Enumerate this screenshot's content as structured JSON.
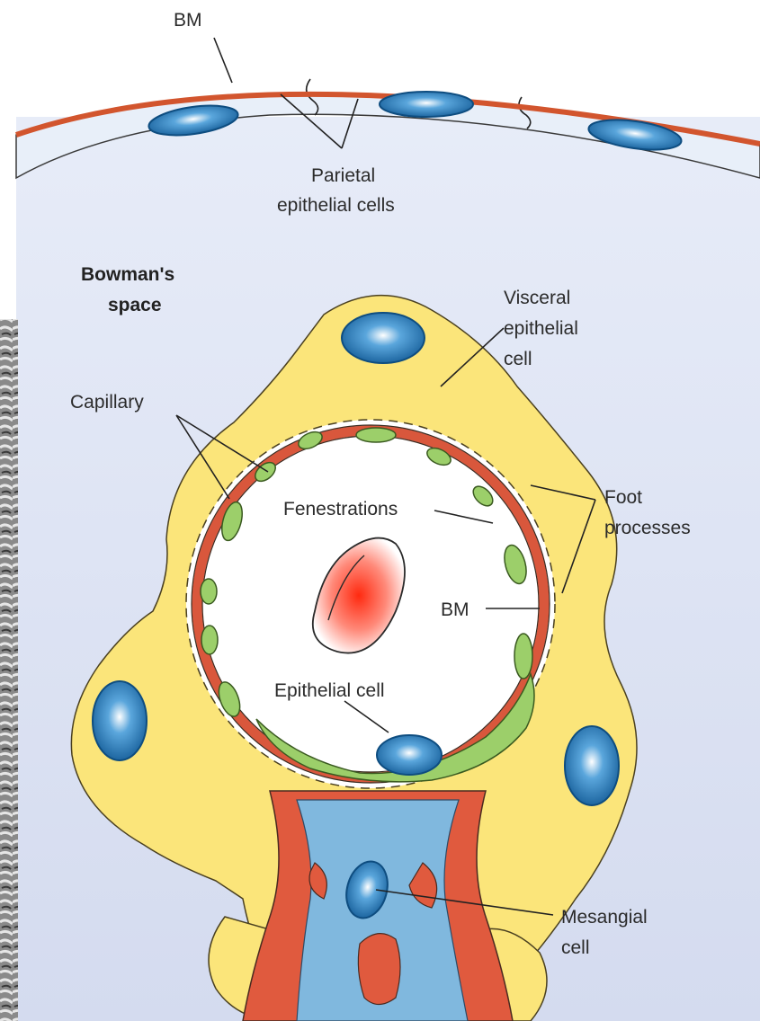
{
  "labels": {
    "bm_top": "BM",
    "parietal_line1": "Parietal",
    "parietal_line2": "epithelial cells",
    "bowman_line1": "Bowman's",
    "bowman_line2": "space",
    "visceral_line1": "Visceral",
    "visceral_line2": "epithelial",
    "visceral_line3": "cell",
    "capillary": "Capillary",
    "foot_line1": "Foot",
    "foot_line2": "processes",
    "fenestrations": "Fenestrations",
    "bm_inner": "BM",
    "epithelial_cell": "Epithelial cell",
    "mesangial_line1": "Mesangial",
    "mesangial_line2": "cell"
  },
  "colors": {
    "bowman_space": "#d9e0f0",
    "parietal_layer": "#e4edf8",
    "basement_membrane": "#d2552e",
    "visceral_cell": "#fbe57a",
    "nucleus": "#1d6fb0",
    "capillary_wall": "#e05a3e",
    "capillary_lumen": "#ffffff",
    "endothelium": "#9ccf6a",
    "mesangium": "#80b8de",
    "red_cell": "#ff3020",
    "micrograph": "#9a9a9a"
  }
}
